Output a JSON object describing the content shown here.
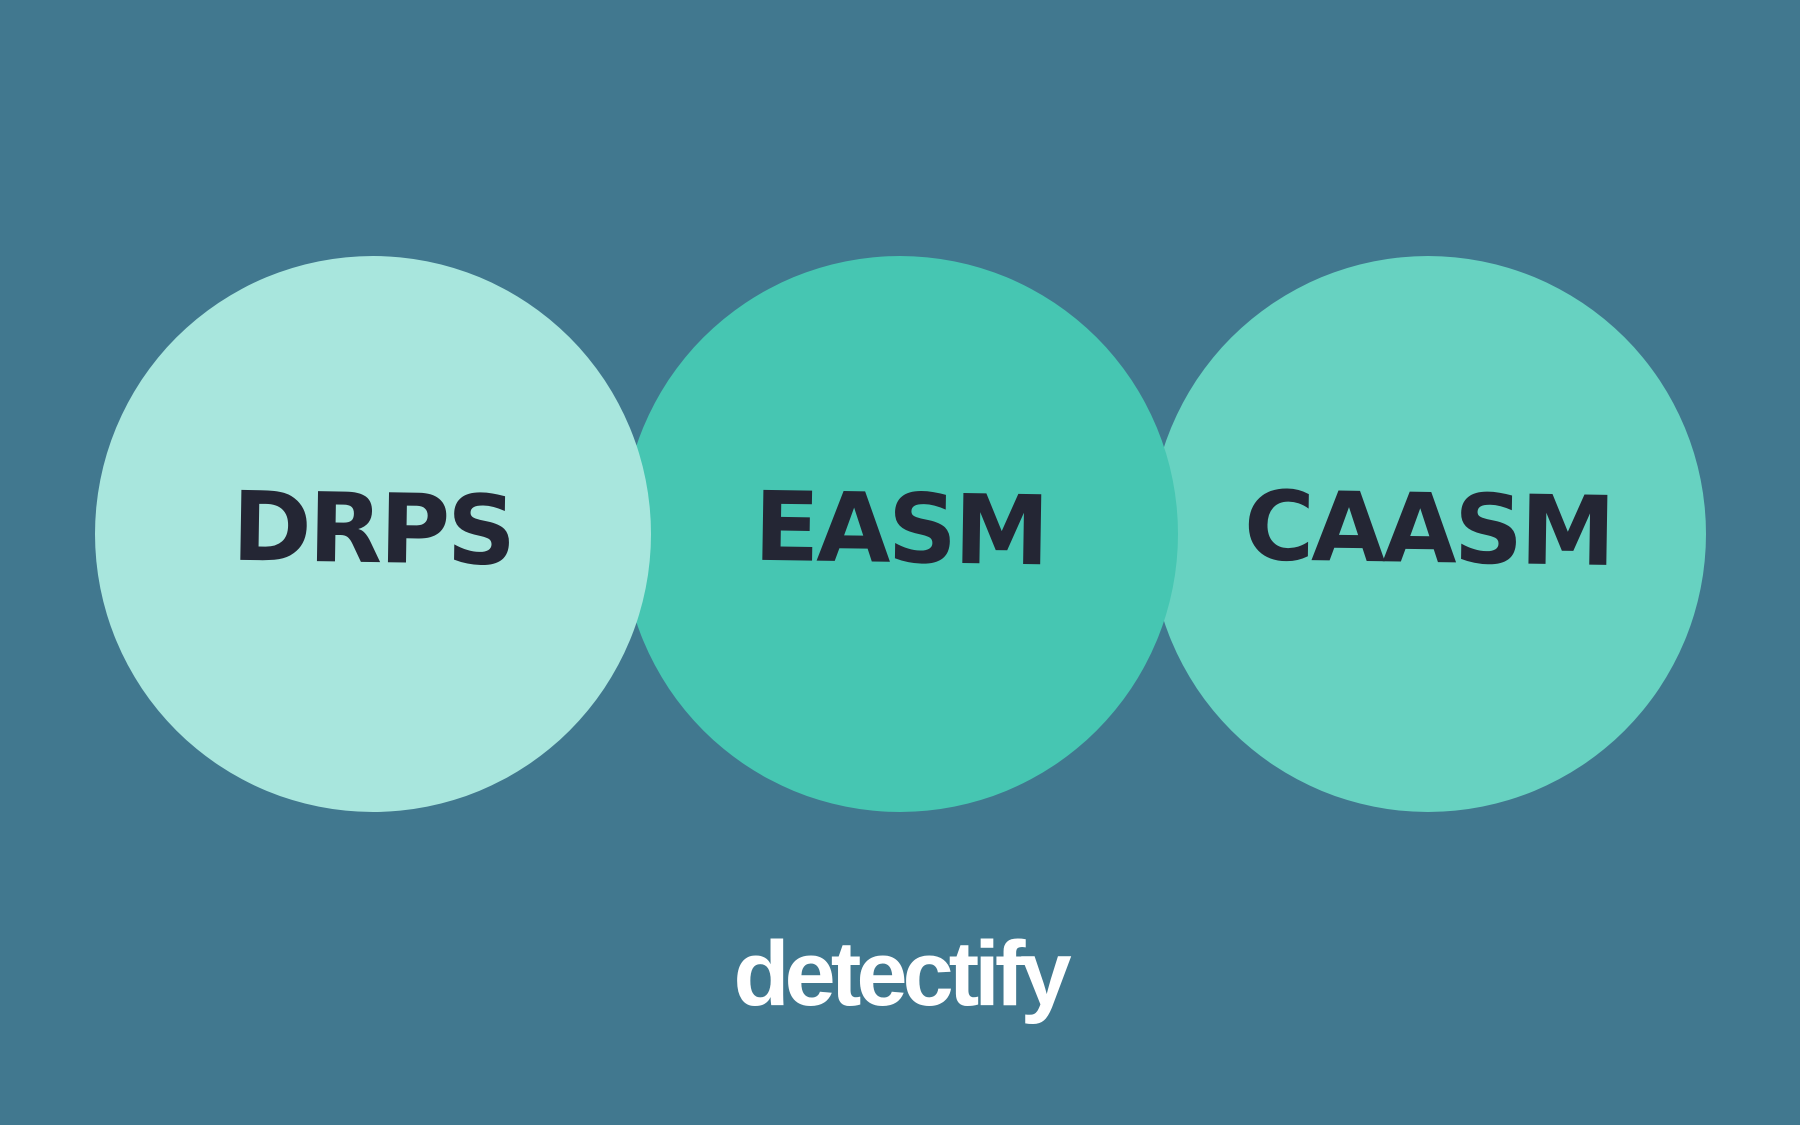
{
  "background_color": "#41788F",
  "circles": [
    {
      "label": "DRPS",
      "color": "#A8E6DD"
    },
    {
      "label": "EASM",
      "color": "#46C6B2"
    },
    {
      "label": "CAASM",
      "color": "#67D2C1"
    }
  ],
  "text_color": "#242634",
  "logo": {
    "text": "detectify",
    "color": "#FFFFFF"
  }
}
